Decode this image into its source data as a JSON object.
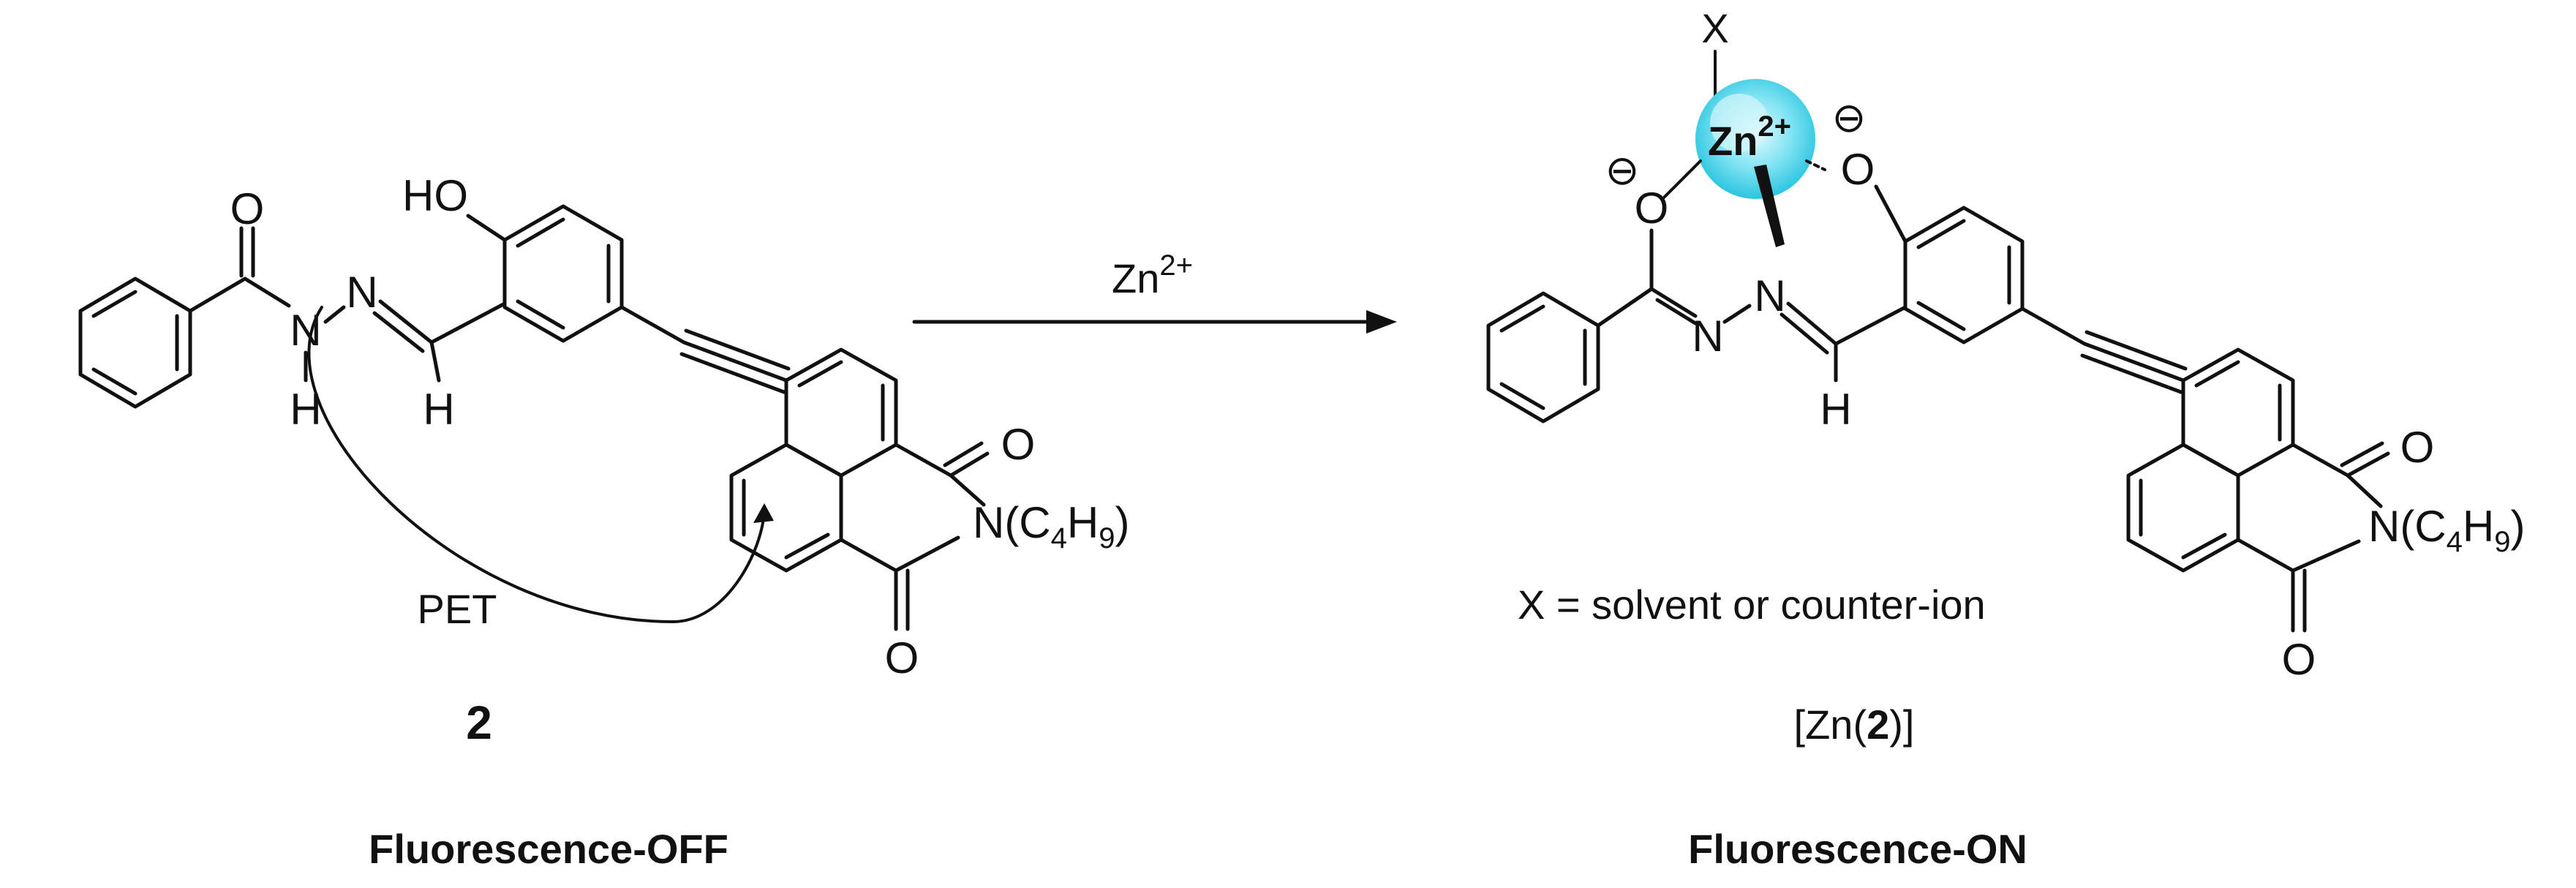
{
  "left": {
    "compound_number": "2",
    "state": "Fluorescence-OFF",
    "pet_label": "PET",
    "atoms": {
      "ho": "HO",
      "o_carbonyl": "O",
      "n_imine": "N",
      "n_amide": "N",
      "h_amide": "H",
      "h_imine": "H",
      "o_imide_top": "O",
      "o_imide_bottom": "O"
    },
    "imide_substituent": {
      "prefix": "N(C",
      "sub1": "4",
      "mid": "H",
      "sub2": "9",
      "suffix": ")"
    }
  },
  "reagent": {
    "base": "Zn",
    "sup": "2+"
  },
  "right": {
    "complex_label": {
      "prefix": "[Zn(",
      "bold": "2",
      "suffix": ")]"
    },
    "state": "Fluorescence-ON",
    "x_label": "X",
    "x_definition": "X = solvent or counter-ion",
    "metal": {
      "base": "Zn",
      "sup": "2+"
    },
    "minus": "⊖",
    "atoms": {
      "o_phenolate": "O",
      "o_enolate": "O",
      "n_imine": "N",
      "n_hydrazone": "N",
      "h_imine": "H",
      "o_imide_top": "O",
      "o_imide_bottom": "O"
    },
    "imide_substituent": {
      "prefix": "N(C",
      "sub1": "4",
      "mid": "H",
      "sub2": "9",
      "suffix": ")"
    }
  },
  "colors": {
    "metal_highlight": "#3ccfe8",
    "metal_highlight_light": "#c9f1f8",
    "ink": "#111111"
  }
}
